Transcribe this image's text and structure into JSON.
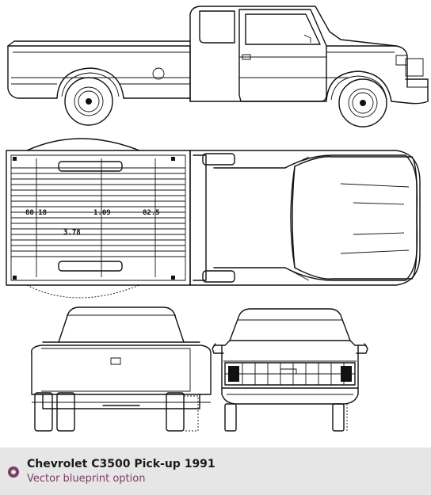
{
  "caption": {
    "title": "Chevrolet C3500 Pick-up 1991",
    "subtitle": "Vector blueprint option",
    "accent_color": "#7b3e67",
    "background_color": "#e6e6e6",
    "badge_icon": "ring-bullet-icon"
  },
  "blueprint": {
    "views": [
      "side-view",
      "top-view",
      "rear-view",
      "front-view"
    ],
    "dimension_labels": [
      "88.18",
      "1.09",
      "82.5",
      "3.78"
    ]
  }
}
